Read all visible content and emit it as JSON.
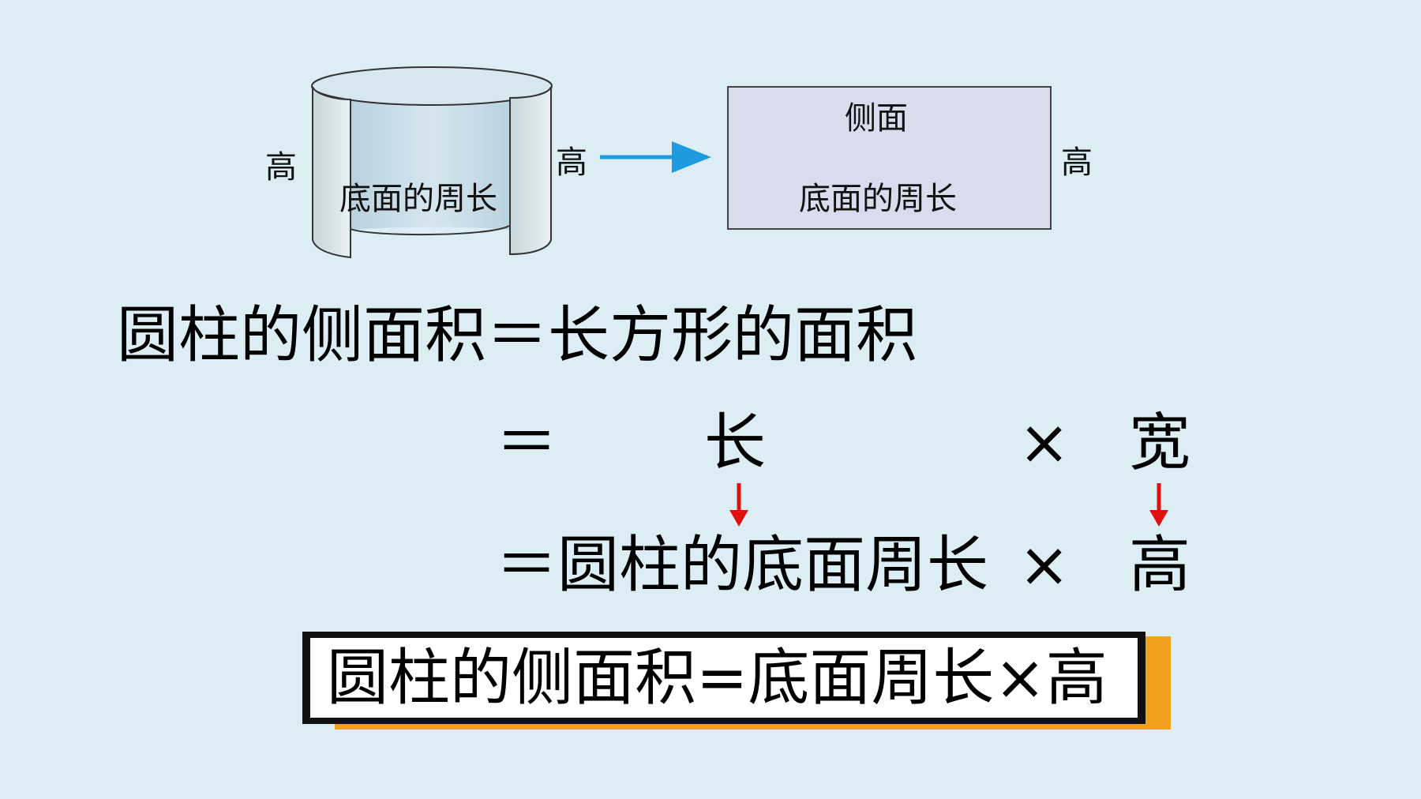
{
  "cylinder": {
    "label_height_left": "高",
    "label_height_right": "高",
    "label_base_perimeter": "底面的周长"
  },
  "rectangle": {
    "label_side": "侧面",
    "label_base_perimeter": "底面的周长",
    "label_height": "高"
  },
  "equations": {
    "line1": "圆柱的侧面积＝长方形的面积",
    "line2": {
      "equals": "＝",
      "length": "长",
      "times": "×",
      "width": "宽"
    },
    "line3": {
      "equals_and_perimeter": "＝圆柱的底面周长",
      "times": "×",
      "height": "高"
    }
  },
  "summary": "圆柱的侧面积=底面周长×高",
  "colors": {
    "background": "#dceef4",
    "arrow_blue": "#1e9be0",
    "arrow_red": "#e01010",
    "summary_shadow": "#f2a01e"
  }
}
